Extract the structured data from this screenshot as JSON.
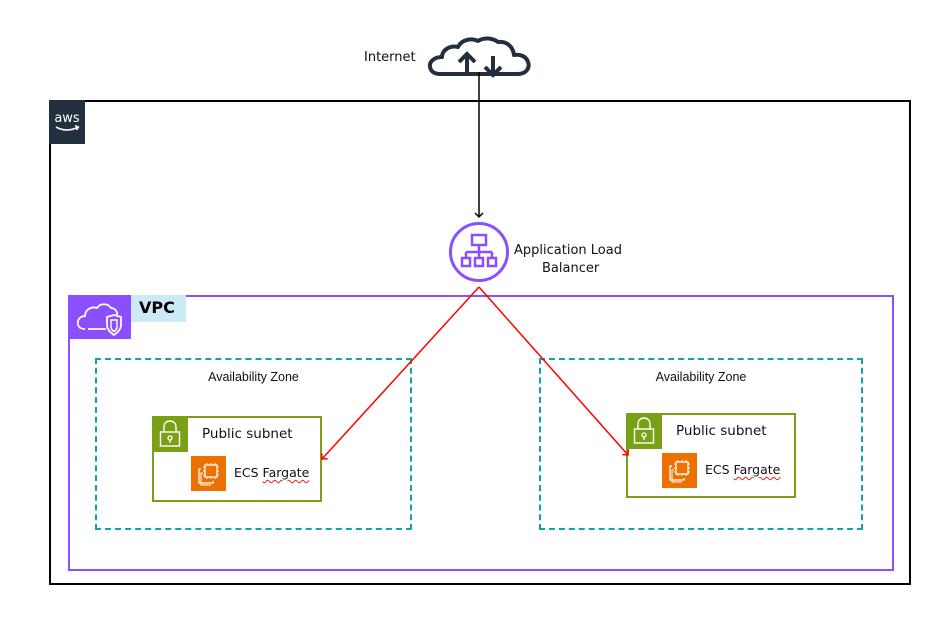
{
  "diagram": {
    "internet": {
      "label": "Internet",
      "icon": "internet-cloud-icon"
    },
    "aws_cloud": {
      "logo_text": "aws",
      "icon": "aws-logo-icon",
      "border_color": "#000000",
      "logo_bg": "#232f3e"
    },
    "load_balancer": {
      "label_line1": "Application Load",
      "label_line2": "Balancer",
      "icon": "application-load-balancer-icon",
      "color": "#8c4fff"
    },
    "vpc": {
      "label": "VPC",
      "icon": "vpc-cloud-shield-icon",
      "color": "#8c4fff",
      "label_bg": "#cce9f6"
    },
    "availability_zones": [
      {
        "label": "Availability Zone",
        "subnet": {
          "label": "Public subnet",
          "icon": "lock-icon",
          "color": "#7aa116",
          "service": {
            "label_prefix": "ECS ",
            "label_suffix": "Fargate",
            "icon": "ecs-fargate-icon",
            "color": "#ed7100"
          }
        }
      },
      {
        "label": "Availability Zone",
        "subnet": {
          "label": "Public subnet",
          "icon": "lock-icon",
          "color": "#7aa116",
          "service": {
            "label_prefix": "ECS ",
            "label_suffix": "Fargate",
            "icon": "ecs-fargate-icon",
            "color": "#ed7100"
          }
        }
      }
    ],
    "connections": [
      {
        "from": "Internet",
        "to": "Application Load Balancer",
        "color": "#000000"
      },
      {
        "from": "Application Load Balancer",
        "to": "ECS Fargate (AZ 1)",
        "color": "#ff0000"
      },
      {
        "from": "Application Load Balancer",
        "to": "ECS Fargate (AZ 2)",
        "color": "#ff0000"
      }
    ],
    "az_border_color": "#0ea5a5"
  }
}
